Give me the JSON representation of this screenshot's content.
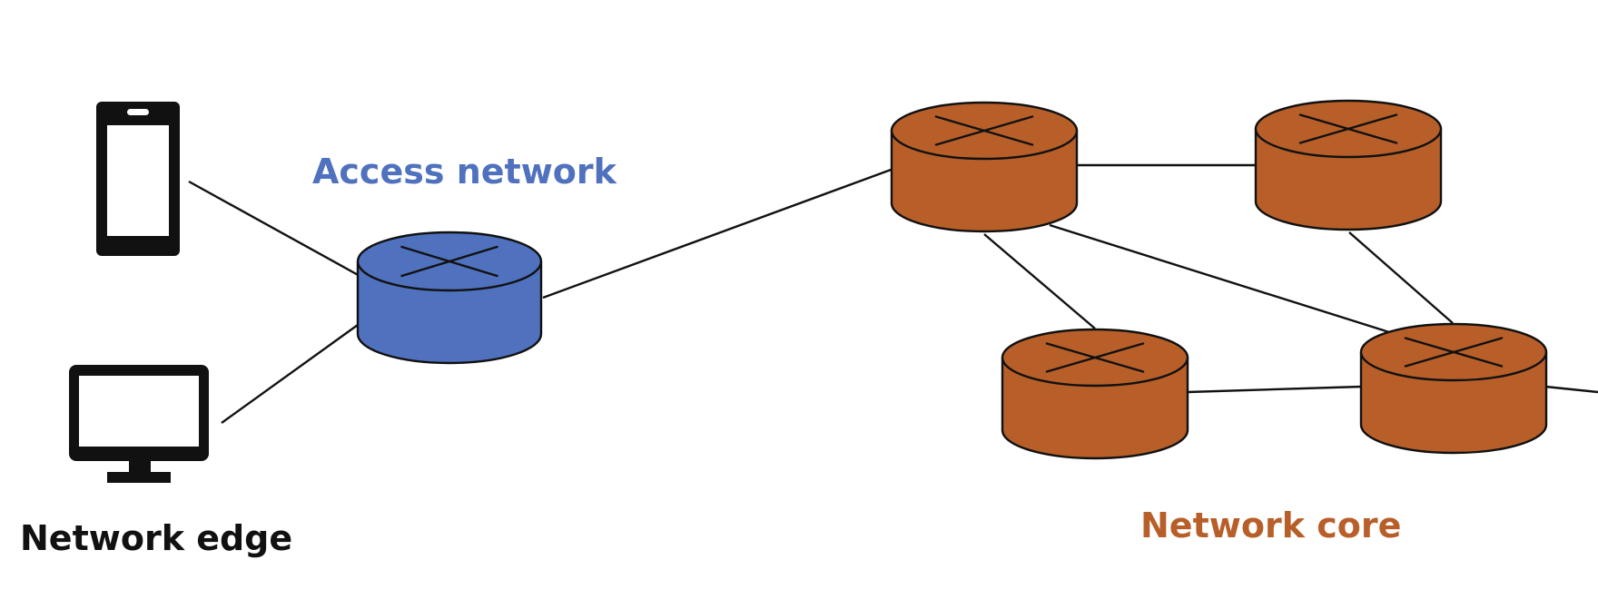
{
  "labels": {
    "access_network": "Access network",
    "network_edge": "Network edge",
    "network_core": "Network core"
  },
  "colors": {
    "access_router": "#4F71BE",
    "core_router": "#B85F29",
    "access_label": "#4F71BE",
    "core_label": "#B85F29",
    "edge_label": "#111111",
    "line": "#111111",
    "background": "#FFFFFF"
  },
  "icons": {
    "phone": "smartphone-icon",
    "monitor": "desktop-monitor-icon",
    "router": "router-icon"
  }
}
